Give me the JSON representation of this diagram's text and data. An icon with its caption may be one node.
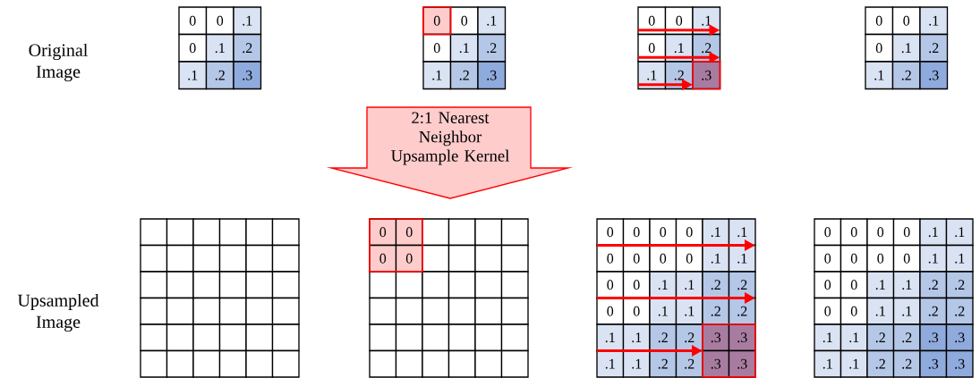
{
  "diagram": {
    "nodes": [
      {
        "text": [
          "2:1 Nearest Neighbor Upsample Kernel"
        ]
      }
    ],
    "labels": [
      "Original Image",
      "0",
      "0",
      ".1",
      "0",
      ".1",
      ".2",
      ".1",
      ".2",
      ".3",
      "0",
      "0",
      ".1",
      "0",
      ".1",
      ".2",
      ".1",
      ".2",
      ".3",
      "0",
      "0",
      ".1",
      "0",
      ".1",
      ".2",
      ".1",
      ".2",
      ".3",
      "0",
      "0",
      ".1",
      "0",
      ".1",
      ".2",
      ".1",
      ".2",
      ".3",
      "Upsampled Image",
      "0",
      "0",
      "0",
      "0",
      "0",
      "0",
      "0",
      "0",
      ".1",
      ".1",
      "0",
      "0",
      "0",
      "0",
      ".1",
      ".1",
      "0",
      "0",
      ".1",
      ".1",
      ".2",
      ".2",
      "0",
      "0",
      ".1",
      ".1",
      ".2",
      ".2",
      ".1",
      ".1",
      ".2",
      ".2",
      ".3",
      ".3",
      ".1",
      ".1",
      ".2",
      ".2",
      ".3",
      ".3",
      "0",
      "0",
      "0",
      "0",
      ".1",
      ".1",
      "0",
      "0",
      "0",
      "0",
      ".1",
      ".1",
      "0",
      "0",
      ".1",
      ".1",
      ".2",
      ".2",
      "0",
      "0",
      ".1",
      ".1",
      ".2",
      ".2",
      ".1",
      ".1",
      ".2",
      ".2",
      ".3",
      ".3",
      ".1",
      ".1",
      ".2",
      ".2",
      ".3",
      ".3"
    ]
  }
}
